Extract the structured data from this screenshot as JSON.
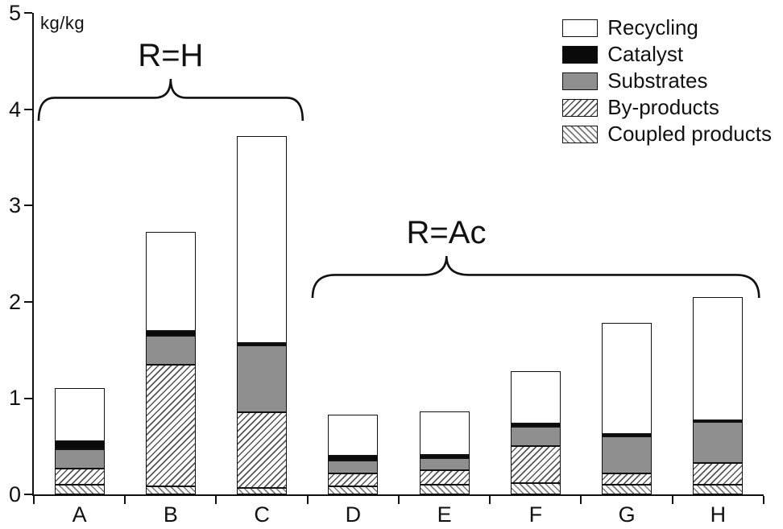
{
  "chart_data": {
    "type": "bar",
    "stacked": true,
    "unit_label": "kg/kg",
    "categories": [
      "A",
      "B",
      "C",
      "D",
      "E",
      "F",
      "G",
      "H"
    ],
    "series": [
      {
        "name": "Coupled products",
        "values": [
          0.1,
          0.08,
          0.07,
          0.08,
          0.1,
          0.12,
          0.1,
          0.1
        ]
      },
      {
        "name": "By-products",
        "values": [
          0.17,
          1.27,
          0.78,
          0.14,
          0.15,
          0.38,
          0.12,
          0.23
        ]
      },
      {
        "name": "Substrates",
        "values": [
          0.2,
          0.3,
          0.7,
          0.13,
          0.13,
          0.2,
          0.38,
          0.42
        ]
      },
      {
        "name": "Catalyst",
        "values": [
          0.08,
          0.05,
          0.02,
          0.05,
          0.03,
          0.04,
          0.03,
          0.02
        ]
      },
      {
        "name": "Recycling",
        "values": [
          0.55,
          1.03,
          2.15,
          0.43,
          0.45,
          0.54,
          1.15,
          1.28
        ]
      }
    ],
    "totals": [
      1.1,
      2.73,
      3.72,
      0.83,
      0.86,
      1.28,
      1.78,
      2.05
    ],
    "ylim": [
      0,
      5
    ],
    "yticks": [
      0,
      1,
      2,
      3,
      4,
      5
    ],
    "grid": false,
    "legend_position": "top-right",
    "legend_order": [
      "Recycling",
      "Catalyst",
      "Substrates",
      "By-products",
      "Coupled products"
    ],
    "annotations": [
      {
        "label": "R=H",
        "from": "A",
        "to": "C",
        "y": 3.88,
        "cusp": 0.5
      },
      {
        "label": "R=Ac",
        "from": "D",
        "to": "H",
        "y": 2.04,
        "cusp": 0.3
      }
    ],
    "colors": {
      "Recycling": "#ffffff",
      "Catalyst": "#0a0a0a",
      "Substrates": "#8f8f8f",
      "By-products": "hatch-forward",
      "Coupled products": "hatch-backward",
      "axis": "#111111"
    }
  }
}
